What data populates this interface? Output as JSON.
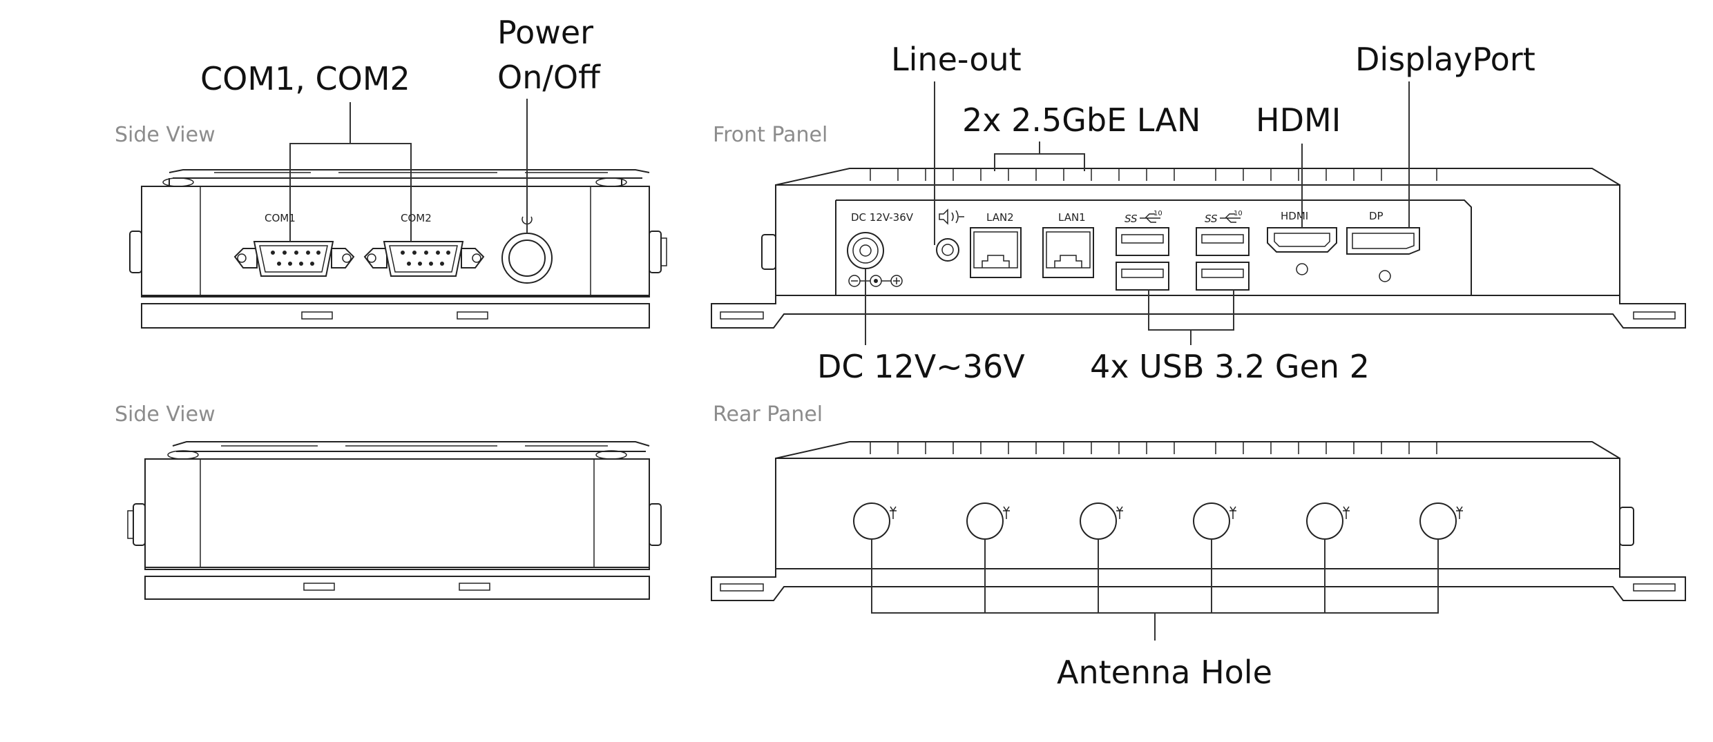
{
  "views": {
    "top_left": "Side View",
    "top_right": "Front Panel",
    "bottom_left": "Side View",
    "bottom_right": "Rear Panel"
  },
  "callouts": {
    "com": "COM1, COM2",
    "power_line1": "Power",
    "power_line2": "On/Off",
    "line_out": "Line-out",
    "lan": "2x 2.5GbE LAN",
    "hdmi": "HDMI",
    "displayport": "DisplayPort",
    "dc": "DC 12V~36V",
    "usb": "4x USB 3.2 Gen 2",
    "antenna": "Antenna Hole"
  },
  "port_labels": {
    "com1": "COM1",
    "com2": "COM2",
    "dc": "DC 12V-36V",
    "lan2": "LAN2",
    "lan1": "LAN1",
    "usb_a": "SS",
    "usb_b": "SS",
    "usb_sup_a": "10",
    "usb_sup_b": "10",
    "hdmi": "HDMI",
    "dp": "DP"
  },
  "icons": [
    "power-icon",
    "audio-out-icon",
    "usb-icon",
    "antenna-icon",
    "dc-polarity-icon"
  ],
  "colors": {
    "line": "#222222",
    "view_label": "#8c8c8c",
    "text": "#111111"
  }
}
